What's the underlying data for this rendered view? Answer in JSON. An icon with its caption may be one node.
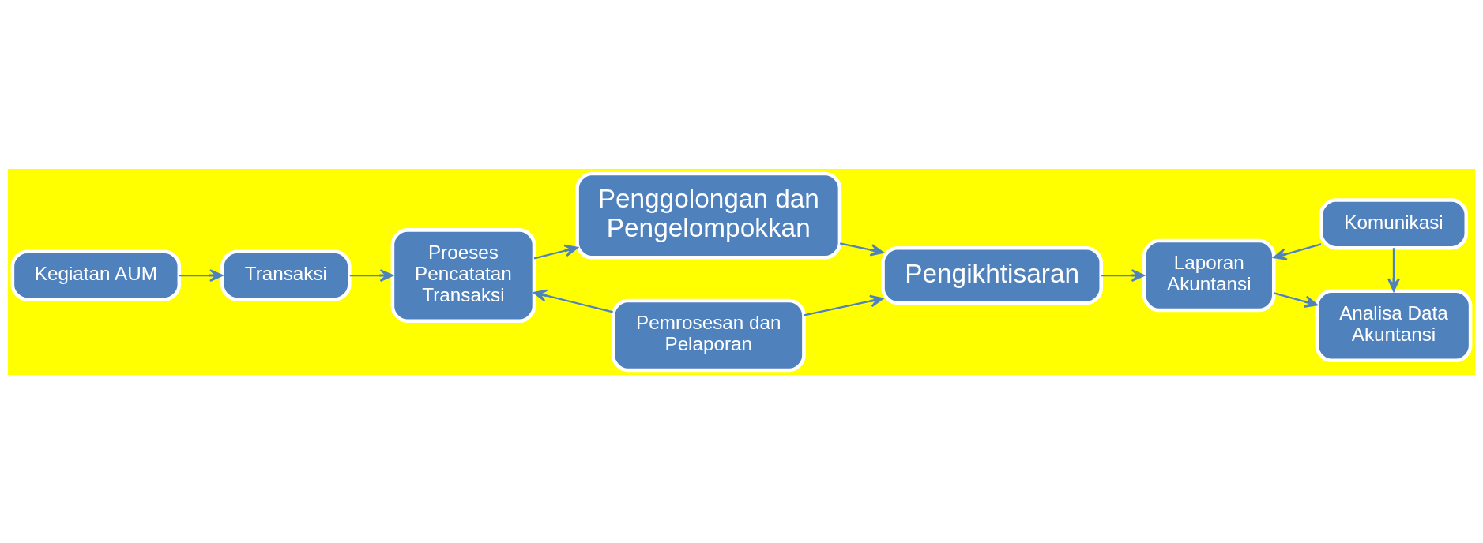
{
  "diagram": {
    "nodes": [
      {
        "text": [
          "Kegiatan AUM"
        ]
      },
      {
        "text": [
          "Transaksi"
        ]
      },
      {
        "text": [
          "Proeses Pencatatan Transaksi"
        ]
      },
      {
        "text": [
          "Penggolongan dan Pengelompokkan"
        ]
      },
      {
        "text": [
          "Pengikhtisaran"
        ]
      },
      {
        "text": [
          "Pemrosesan dan Pelaporan"
        ]
      },
      {
        "text": [
          "Analisa Data Akuntansi"
        ]
      },
      {
        "text": [
          "Laporan Akuntansi"
        ]
      },
      {
        "text": [
          "Komunikasi"
        ]
      }
    ],
    "edges": [
      {
        "from": 0,
        "to": 1,
        "arrow": "to"
      },
      {
        "from": 1,
        "to": 2,
        "arrow": "to"
      },
      {
        "from": 2,
        "to": 3,
        "arrow": "to"
      },
      {
        "from": 3,
        "to": 4,
        "arrow": "to"
      },
      {
        "from": 5,
        "to": 2,
        "arrow": "to"
      },
      {
        "from": 5,
        "to": 4,
        "arrow": "to"
      },
      {
        "from": 4,
        "to": 7,
        "arrow": "to"
      },
      {
        "from": 7,
        "to": 6,
        "arrow": "to"
      },
      {
        "from": 8,
        "to": 6,
        "arrow": "to"
      },
      {
        "from": 8,
        "to": 7,
        "arrow": "to"
      }
    ]
  }
}
